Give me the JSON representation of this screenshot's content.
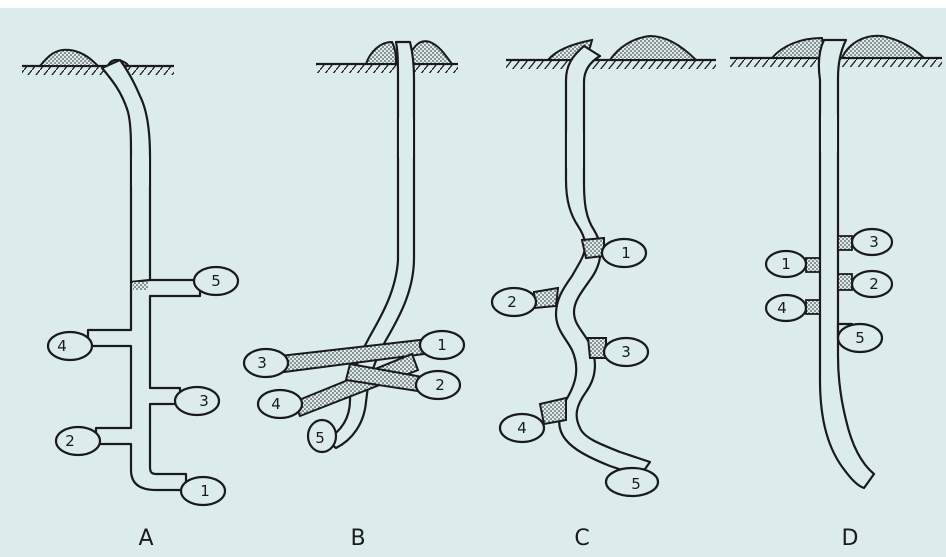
{
  "colors": {
    "background": "#dcecec",
    "ink": "#1a1a1a",
    "stipple": "stippled soil plug / mound"
  },
  "panels": [
    {
      "label": "A",
      "cells": [
        "1",
        "2",
        "3",
        "4",
        "5"
      ]
    },
    {
      "label": "B",
      "cells": [
        "1",
        "2",
        "3",
        "4",
        "5"
      ]
    },
    {
      "label": "C",
      "cells": [
        "1",
        "2",
        "3",
        "4",
        "5"
      ]
    },
    {
      "label": "D",
      "cells": [
        "1",
        "2",
        "3",
        "4",
        "5"
      ]
    }
  ]
}
